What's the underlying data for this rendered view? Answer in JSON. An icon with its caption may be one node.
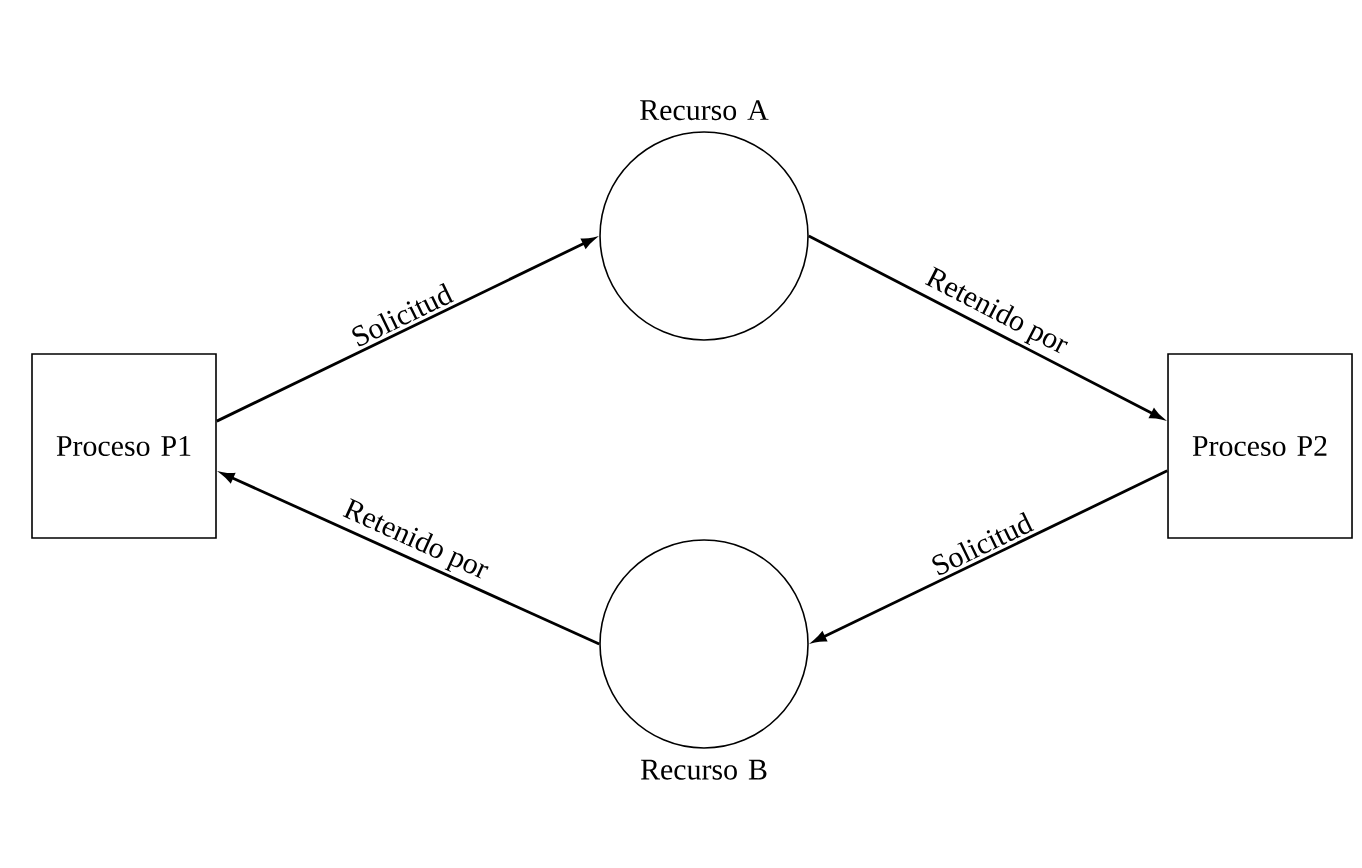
{
  "diagram": {
    "nodes": [
      {
        "text": [
          "Proceso P1"
        ]
      },
      {
        "text": [
          "Recurso A"
        ]
      },
      {
        "text": [
          "Proceso P2"
        ]
      },
      {
        "text": [
          "Recurso B"
        ]
      }
    ],
    "edges": [
      {
        "from": 0,
        "to": 1,
        "arrow": "to",
        "label": "Solicitud"
      },
      {
        "from": 1,
        "to": 2,
        "arrow": "to",
        "label": "Retenido por"
      },
      {
        "from": 2,
        "to": 3,
        "arrow": "to",
        "label": "Solicitud"
      },
      {
        "from": 3,
        "to": 0,
        "arrow": "to",
        "label": "Retenido por"
      }
    ]
  }
}
